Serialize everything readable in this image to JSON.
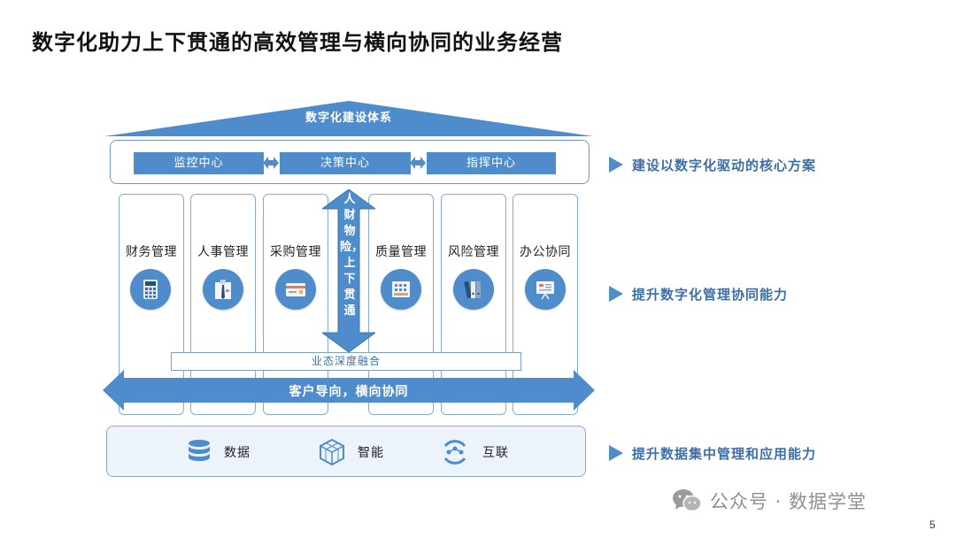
{
  "title": "数字化助力上下贯通的高效管理与横向协同的业务经营",
  "roof_label": "数字化建设体系",
  "centers": [
    "监控中心",
    "决策中心",
    "指挥中心"
  ],
  "pillars": [
    {
      "label": "财务管理",
      "icon": "calculator-icon"
    },
    {
      "label": "人事管理",
      "icon": "id-badge-icon"
    },
    {
      "label": "采购管理",
      "icon": "purchase-card-icon"
    },
    {
      "label": "质量管理",
      "icon": "quality-chart-icon"
    },
    {
      "label": "风险管理",
      "icon": "binders-icon"
    },
    {
      "label": "办公协同",
      "icon": "presentation-board-icon"
    }
  ],
  "vertical_arrow_text": "人财物险，上下贯通",
  "fusion_label": "业态深度融合",
  "wide_arrow_label": "客户导向，横向协同",
  "foundation": [
    {
      "label": "数据",
      "icon": "database-icon"
    },
    {
      "label": "智能",
      "icon": "cube-network-icon"
    },
    {
      "label": "互联",
      "icon": "interconnect-icon"
    }
  ],
  "side_labels": [
    "建设以数字化驱动的核心方案",
    "提升数字化管理协同能力",
    "提升数据集中管理和应用能力"
  ],
  "watermark": "公众号 · 数据学堂",
  "page_number": "5",
  "colors": {
    "accent": "#4f8ccc",
    "border": "#86abd3",
    "text_accent": "#3c6fa5"
  }
}
